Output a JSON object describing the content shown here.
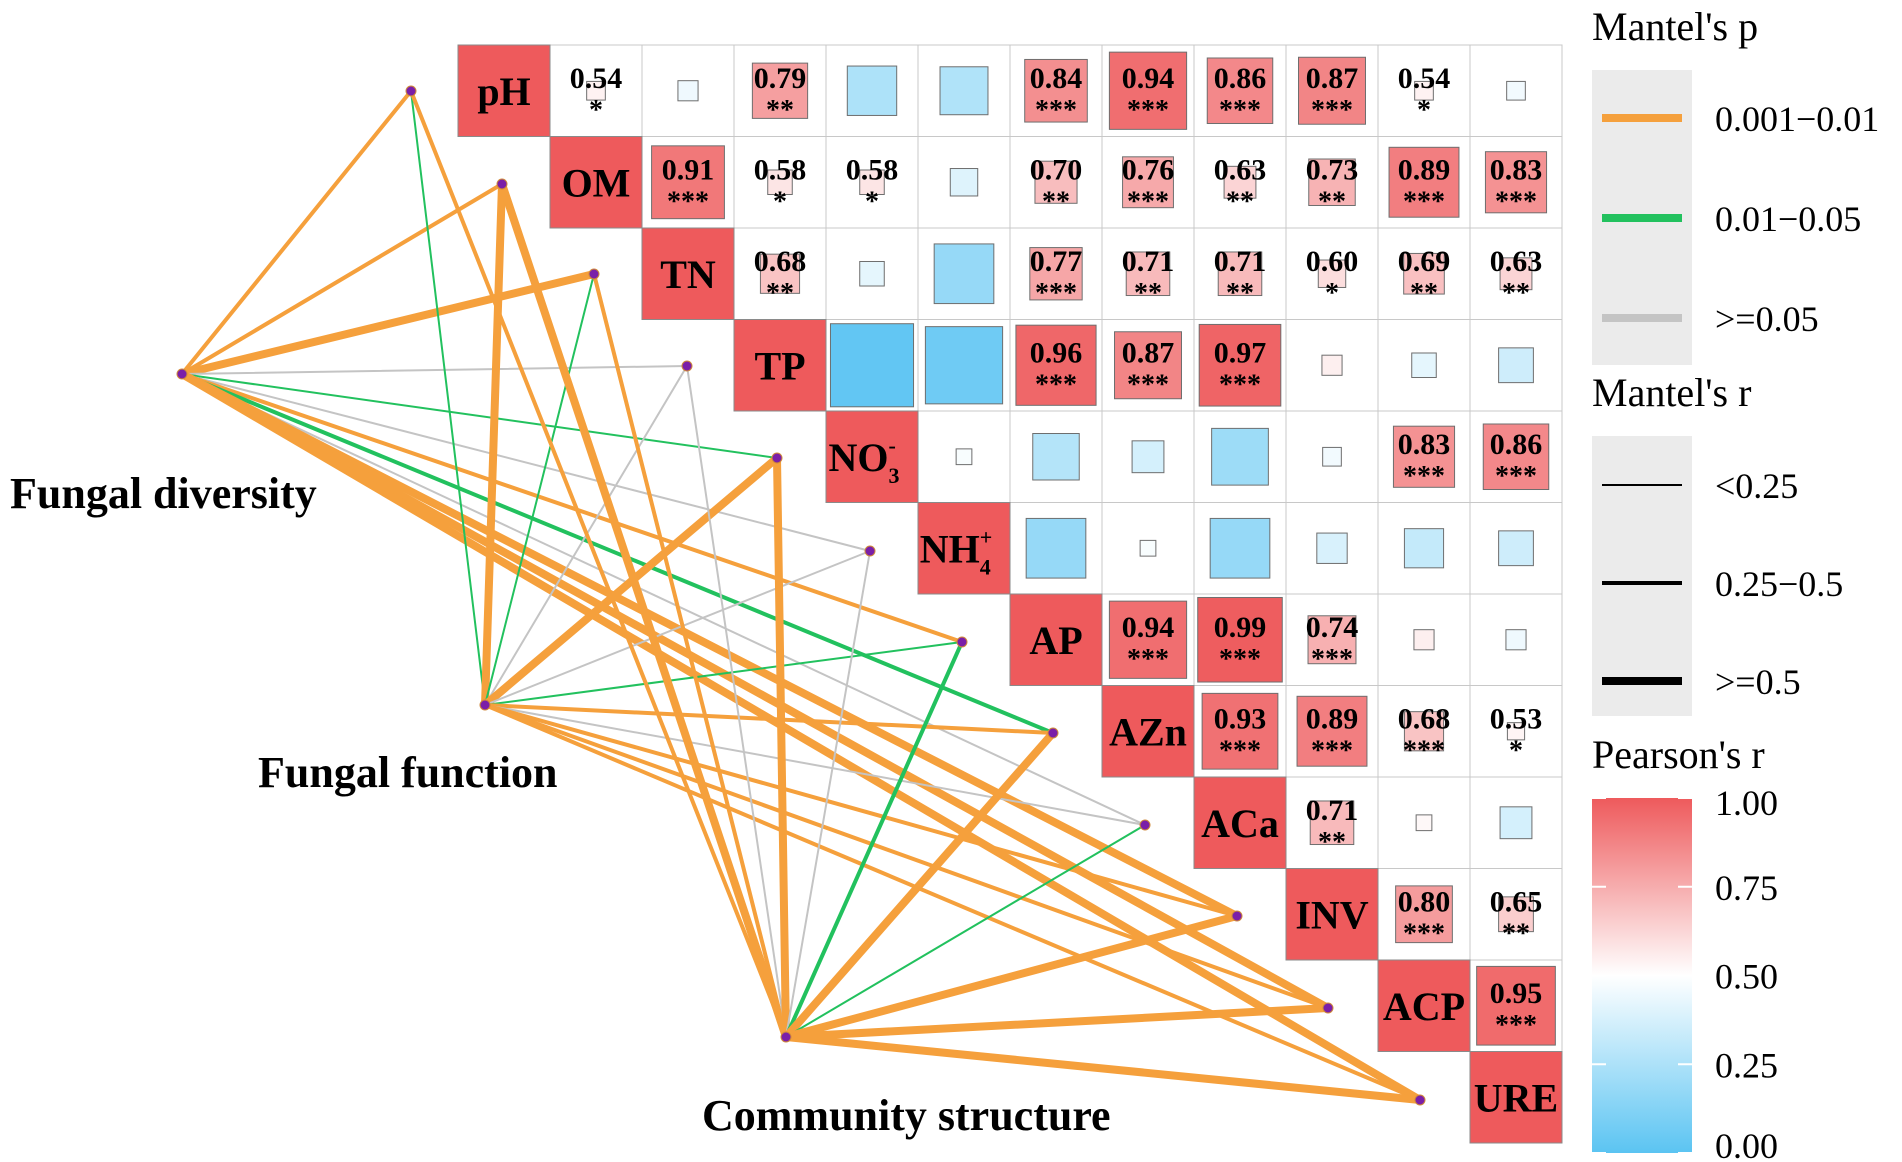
{
  "chart_data": {
    "type": "heatmap",
    "variables": [
      "pH",
      "OM",
      "TN",
      "TP",
      "NO3-",
      "NH4+",
      "AP",
      "AZn",
      "ACa",
      "INV",
      "ACP",
      "URE"
    ],
    "diagonal_labels": [
      {
        "base": "pH"
      },
      {
        "base": "OM"
      },
      {
        "base": "TN"
      },
      {
        "base": "TP"
      },
      {
        "base": "NO",
        "sub": "3",
        "sup": "-"
      },
      {
        "base": "NH",
        "sub": "4",
        "sup": "+"
      },
      {
        "base": "AP"
      },
      {
        "base": "AZn"
      },
      {
        "base": "ACa"
      },
      {
        "base": "INV"
      },
      {
        "base": "ACP"
      },
      {
        "base": "URE"
      }
    ],
    "correlation_cells": [
      {
        "row": 0,
        "col": 1,
        "r": 0.54,
        "sig": "*",
        "show": true
      },
      {
        "row": 0,
        "col": 2,
        "r": 0.45,
        "sig": "",
        "show": false
      },
      {
        "row": 0,
        "col": 3,
        "r": 0.79,
        "sig": "**",
        "show": true
      },
      {
        "row": 0,
        "col": 4,
        "r": 0.25,
        "sig": "",
        "show": false
      },
      {
        "row": 0,
        "col": 5,
        "r": 0.26,
        "sig": "",
        "show": false
      },
      {
        "row": 0,
        "col": 6,
        "r": 0.84,
        "sig": "***",
        "show": true
      },
      {
        "row": 0,
        "col": 7,
        "r": 0.94,
        "sig": "***",
        "show": true
      },
      {
        "row": 0,
        "col": 8,
        "r": 0.86,
        "sig": "***",
        "show": true
      },
      {
        "row": 0,
        "col": 9,
        "r": 0.87,
        "sig": "***",
        "show": true
      },
      {
        "row": 0,
        "col": 10,
        "r": 0.54,
        "sig": "*",
        "show": true
      },
      {
        "row": 0,
        "col": 11,
        "r": 0.46,
        "sig": "",
        "show": false
      },
      {
        "row": 1,
        "col": 2,
        "r": 0.91,
        "sig": "***",
        "show": true
      },
      {
        "row": 1,
        "col": 3,
        "r": 0.58,
        "sig": "*",
        "show": true
      },
      {
        "row": 1,
        "col": 4,
        "r": 0.58,
        "sig": "*",
        "show": true
      },
      {
        "row": 1,
        "col": 5,
        "r": 0.4,
        "sig": "",
        "show": false
      },
      {
        "row": 1,
        "col": 6,
        "r": 0.7,
        "sig": "**",
        "show": true
      },
      {
        "row": 1,
        "col": 7,
        "r": 0.76,
        "sig": "***",
        "show": true
      },
      {
        "row": 1,
        "col": 8,
        "r": 0.63,
        "sig": "**",
        "show": true
      },
      {
        "row": 1,
        "col": 9,
        "r": 0.73,
        "sig": "**",
        "show": true
      },
      {
        "row": 1,
        "col": 10,
        "r": 0.89,
        "sig": "***",
        "show": true
      },
      {
        "row": 1,
        "col": 11,
        "r": 0.83,
        "sig": "***",
        "show": true
      },
      {
        "row": 2,
        "col": 3,
        "r": 0.68,
        "sig": "**",
        "show": true
      },
      {
        "row": 2,
        "col": 4,
        "r": 0.42,
        "sig": "",
        "show": false
      },
      {
        "row": 2,
        "col": 5,
        "r": 0.18,
        "sig": "",
        "show": false
      },
      {
        "row": 2,
        "col": 6,
        "r": 0.77,
        "sig": "***",
        "show": true
      },
      {
        "row": 2,
        "col": 7,
        "r": 0.71,
        "sig": "**",
        "show": true
      },
      {
        "row": 2,
        "col": 8,
        "r": 0.71,
        "sig": "**",
        "show": true
      },
      {
        "row": 2,
        "col": 9,
        "r": 0.6,
        "sig": "*",
        "show": true
      },
      {
        "row": 2,
        "col": 10,
        "r": 0.69,
        "sig": "**",
        "show": true
      },
      {
        "row": 2,
        "col": 11,
        "r": 0.63,
        "sig": "**",
        "show": true
      },
      {
        "row": 3,
        "col": 4,
        "r": 0.02,
        "sig": "",
        "show": false
      },
      {
        "row": 3,
        "col": 5,
        "r": 0.06,
        "sig": "",
        "show": false
      },
      {
        "row": 3,
        "col": 6,
        "r": 0.96,
        "sig": "***",
        "show": true
      },
      {
        "row": 3,
        "col": 7,
        "r": 0.87,
        "sig": "***",
        "show": true
      },
      {
        "row": 3,
        "col": 8,
        "r": 0.97,
        "sig": "***",
        "show": true
      },
      {
        "row": 3,
        "col": 9,
        "r": 0.55,
        "sig": "",
        "show": false
      },
      {
        "row": 3,
        "col": 10,
        "r": 0.42,
        "sig": "",
        "show": false
      },
      {
        "row": 3,
        "col": 11,
        "r": 0.35,
        "sig": "",
        "show": false
      },
      {
        "row": 4,
        "col": 5,
        "r": 0.48,
        "sig": "",
        "show": false
      },
      {
        "row": 4,
        "col": 6,
        "r": 0.27,
        "sig": "",
        "show": false
      },
      {
        "row": 4,
        "col": 7,
        "r": 0.37,
        "sig": "",
        "show": false
      },
      {
        "row": 4,
        "col": 8,
        "r": 0.2,
        "sig": "",
        "show": false
      },
      {
        "row": 4,
        "col": 9,
        "r": 0.46,
        "sig": "",
        "show": false
      },
      {
        "row": 4,
        "col": 10,
        "r": 0.83,
        "sig": "***",
        "show": true
      },
      {
        "row": 4,
        "col": 11,
        "r": 0.86,
        "sig": "***",
        "show": true
      },
      {
        "row": 5,
        "col": 6,
        "r": 0.18,
        "sig": "",
        "show": false
      },
      {
        "row": 5,
        "col": 7,
        "r": 0.48,
        "sig": "",
        "show": false
      },
      {
        "row": 5,
        "col": 8,
        "r": 0.18,
        "sig": "",
        "show": false
      },
      {
        "row": 5,
        "col": 9,
        "r": 0.38,
        "sig": "",
        "show": false
      },
      {
        "row": 5,
        "col": 10,
        "r": 0.32,
        "sig": "",
        "show": false
      },
      {
        "row": 5,
        "col": 11,
        "r": 0.35,
        "sig": "",
        "show": false
      },
      {
        "row": 6,
        "col": 7,
        "r": 0.94,
        "sig": "***",
        "show": true
      },
      {
        "row": 6,
        "col": 8,
        "r": 0.99,
        "sig": "***",
        "show": true
      },
      {
        "row": 6,
        "col": 9,
        "r": 0.74,
        "sig": "***",
        "show": true
      },
      {
        "row": 6,
        "col": 10,
        "r": 0.55,
        "sig": "",
        "show": false
      },
      {
        "row": 6,
        "col": 11,
        "r": 0.45,
        "sig": "",
        "show": false
      },
      {
        "row": 7,
        "col": 8,
        "r": 0.93,
        "sig": "***",
        "show": true
      },
      {
        "row": 7,
        "col": 9,
        "r": 0.89,
        "sig": "***",
        "show": true
      },
      {
        "row": 7,
        "col": 10,
        "r": 0.68,
        "sig": "***",
        "show": true
      },
      {
        "row": 7,
        "col": 11,
        "r": 0.53,
        "sig": "*",
        "show": true
      },
      {
        "row": 8,
        "col": 9,
        "r": 0.71,
        "sig": "**",
        "show": true
      },
      {
        "row": 8,
        "col": 10,
        "r": 0.52,
        "sig": "",
        "show": false
      },
      {
        "row": 8,
        "col": 11,
        "r": 0.37,
        "sig": "",
        "show": false
      },
      {
        "row": 9,
        "col": 10,
        "r": 0.8,
        "sig": "***",
        "show": true
      },
      {
        "row": 9,
        "col": 11,
        "r": 0.65,
        "sig": "**",
        "show": true
      },
      {
        "row": 10,
        "col": 11,
        "r": 0.95,
        "sig": "***",
        "show": true
      }
    ],
    "hubs": [
      {
        "id": "diversity",
        "name": "Fungal diversity"
      },
      {
        "id": "function",
        "name": "Fungal function"
      },
      {
        "id": "structure",
        "name": "Community structure"
      }
    ],
    "mantel_links": [
      {
        "from": "diversity",
        "to": 0,
        "p": "0.001-0.01",
        "r": "0.25-0.5"
      },
      {
        "from": "diversity",
        "to": 1,
        "p": "0.001-0.01",
        "r": "0.25-0.5"
      },
      {
        "from": "diversity",
        "to": 2,
        "p": "0.001-0.01",
        "r": ">=0.5"
      },
      {
        "from": "diversity",
        "to": 3,
        "p": ">=0.05",
        "r": "<0.25"
      },
      {
        "from": "diversity",
        "to": 4,
        "p": "0.01-0.05",
        "r": "<0.25"
      },
      {
        "from": "diversity",
        "to": 5,
        "p": ">=0.05",
        "r": "<0.25"
      },
      {
        "from": "diversity",
        "to": 6,
        "p": "0.001-0.01",
        "r": "0.25-0.5"
      },
      {
        "from": "diversity",
        "to": 7,
        "p": "0.01-0.05",
        "r": "0.25-0.5"
      },
      {
        "from": "diversity",
        "to": 8,
        "p": ">=0.05",
        "r": "<0.25"
      },
      {
        "from": "diversity",
        "to": 9,
        "p": "0.001-0.01",
        "r": ">=0.5"
      },
      {
        "from": "diversity",
        "to": 10,
        "p": "0.001-0.01",
        "r": ">=0.5"
      },
      {
        "from": "diversity",
        "to": 11,
        "p": "0.001-0.01",
        "r": ">=0.5"
      },
      {
        "from": "function",
        "to": 0,
        "p": "0.01-0.05",
        "r": "<0.25"
      },
      {
        "from": "function",
        "to": 1,
        "p": "0.001-0.01",
        "r": ">=0.5"
      },
      {
        "from": "function",
        "to": 2,
        "p": "0.01-0.05",
        "r": "<0.25"
      },
      {
        "from": "function",
        "to": 3,
        "p": ">=0.05",
        "r": "<0.25"
      },
      {
        "from": "function",
        "to": 4,
        "p": "0.001-0.01",
        "r": ">=0.5"
      },
      {
        "from": "function",
        "to": 5,
        "p": ">=0.05",
        "r": "<0.25"
      },
      {
        "from": "function",
        "to": 6,
        "p": "0.01-0.05",
        "r": "<0.25"
      },
      {
        "from": "function",
        "to": 7,
        "p": "0.001-0.01",
        "r": "0.25-0.5"
      },
      {
        "from": "function",
        "to": 8,
        "p": ">=0.05",
        "r": "<0.25"
      },
      {
        "from": "function",
        "to": 9,
        "p": "0.001-0.01",
        "r": "0.25-0.5"
      },
      {
        "from": "function",
        "to": 10,
        "p": "0.001-0.01",
        "r": "0.25-0.5"
      },
      {
        "from": "function",
        "to": 11,
        "p": "0.001-0.01",
        "r": "0.25-0.5"
      },
      {
        "from": "structure",
        "to": 0,
        "p": "0.001-0.01",
        "r": "0.25-0.5"
      },
      {
        "from": "structure",
        "to": 1,
        "p": "0.001-0.01",
        "r": ">=0.5"
      },
      {
        "from": "structure",
        "to": 2,
        "p": "0.001-0.01",
        "r": "0.25-0.5"
      },
      {
        "from": "structure",
        "to": 3,
        "p": ">=0.05",
        "r": "<0.25"
      },
      {
        "from": "structure",
        "to": 4,
        "p": "0.001-0.01",
        "r": ">=0.5"
      },
      {
        "from": "structure",
        "to": 5,
        "p": ">=0.05",
        "r": "<0.25"
      },
      {
        "from": "structure",
        "to": 6,
        "p": "0.01-0.05",
        "r": "0.25-0.5"
      },
      {
        "from": "structure",
        "to": 7,
        "p": "0.001-0.01",
        "r": ">=0.5"
      },
      {
        "from": "structure",
        "to": 8,
        "p": "0.01-0.05",
        "r": "<0.25"
      },
      {
        "from": "structure",
        "to": 9,
        "p": "0.001-0.01",
        "r": ">=0.5"
      },
      {
        "from": "structure",
        "to": 10,
        "p": "0.001-0.01",
        "r": ">=0.5"
      },
      {
        "from": "structure",
        "to": 11,
        "p": "0.001-0.01",
        "r": ">=0.5"
      }
    ],
    "legend": {
      "mantel_p": {
        "title": "Mantel's p",
        "items": [
          {
            "label": "0.001−0.01",
            "key": "0.001-0.01",
            "color": "#f5a03c"
          },
          {
            "label": "0.01−0.05",
            "key": "0.01-0.05",
            "color": "#22c15e"
          },
          {
            "label": ">=0.05",
            "key": ">=0.05",
            "color": "#c4c4c4"
          }
        ]
      },
      "mantel_r": {
        "title": "Mantel's r",
        "items": [
          {
            "label": "<0.25",
            "key": "<0.25"
          },
          {
            "label": "0.25−0.5",
            "key": "0.25-0.5"
          },
          {
            "label": ">=0.5",
            "key": ">=0.5"
          }
        ]
      },
      "pearson_r": {
        "title": "Pearson's r",
        "range": [
          0,
          1
        ],
        "ticks": [
          "1.00",
          "0.75",
          "0.50",
          "0.25",
          "0.00"
        ],
        "colors": [
          "#5bc4f2",
          "#ffffff",
          "#ee5a5c"
        ]
      }
    },
    "colors": {
      "low": "#5bc4f2",
      "mid": "#ffffff",
      "high": "#ee5a5c",
      "grid_line": "#c8c8c8",
      "node": "#7a1fa8"
    }
  }
}
